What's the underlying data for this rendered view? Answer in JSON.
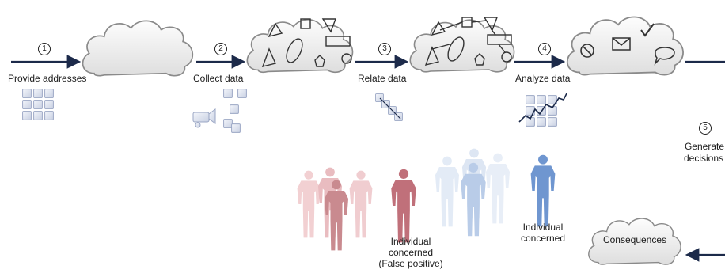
{
  "steps": [
    {
      "number": "1",
      "label": "Provide addresses"
    },
    {
      "number": "2",
      "label": "Collect data"
    },
    {
      "number": "3",
      "label": "Relate data"
    },
    {
      "number": "4",
      "label": "Analyze data"
    },
    {
      "number": "5",
      "label_line1": "Generate",
      "label_line2": "decisions"
    }
  ],
  "consequences": {
    "label": "Consequences"
  },
  "people": {
    "false_positive": {
      "line1": "Individual",
      "line2": "concerned",
      "line3": "(False positive)",
      "color": "#c0707a"
    },
    "concerned": {
      "line1": "Individual",
      "line2": "concerned",
      "color": "#6f96d0"
    }
  },
  "colors": {
    "arrow": "#1c2a4a",
    "cloud_fill": "#eeeeee",
    "cloud_stroke": "#8a8a8a",
    "tile": "#dde3f0"
  },
  "icons": [
    "grid-icon",
    "camera-icon",
    "relate-tiles-icon",
    "analysis-chart-icon",
    "stop-icon",
    "mail-icon",
    "checkmark-icon",
    "speech-bubble-icon"
  ]
}
